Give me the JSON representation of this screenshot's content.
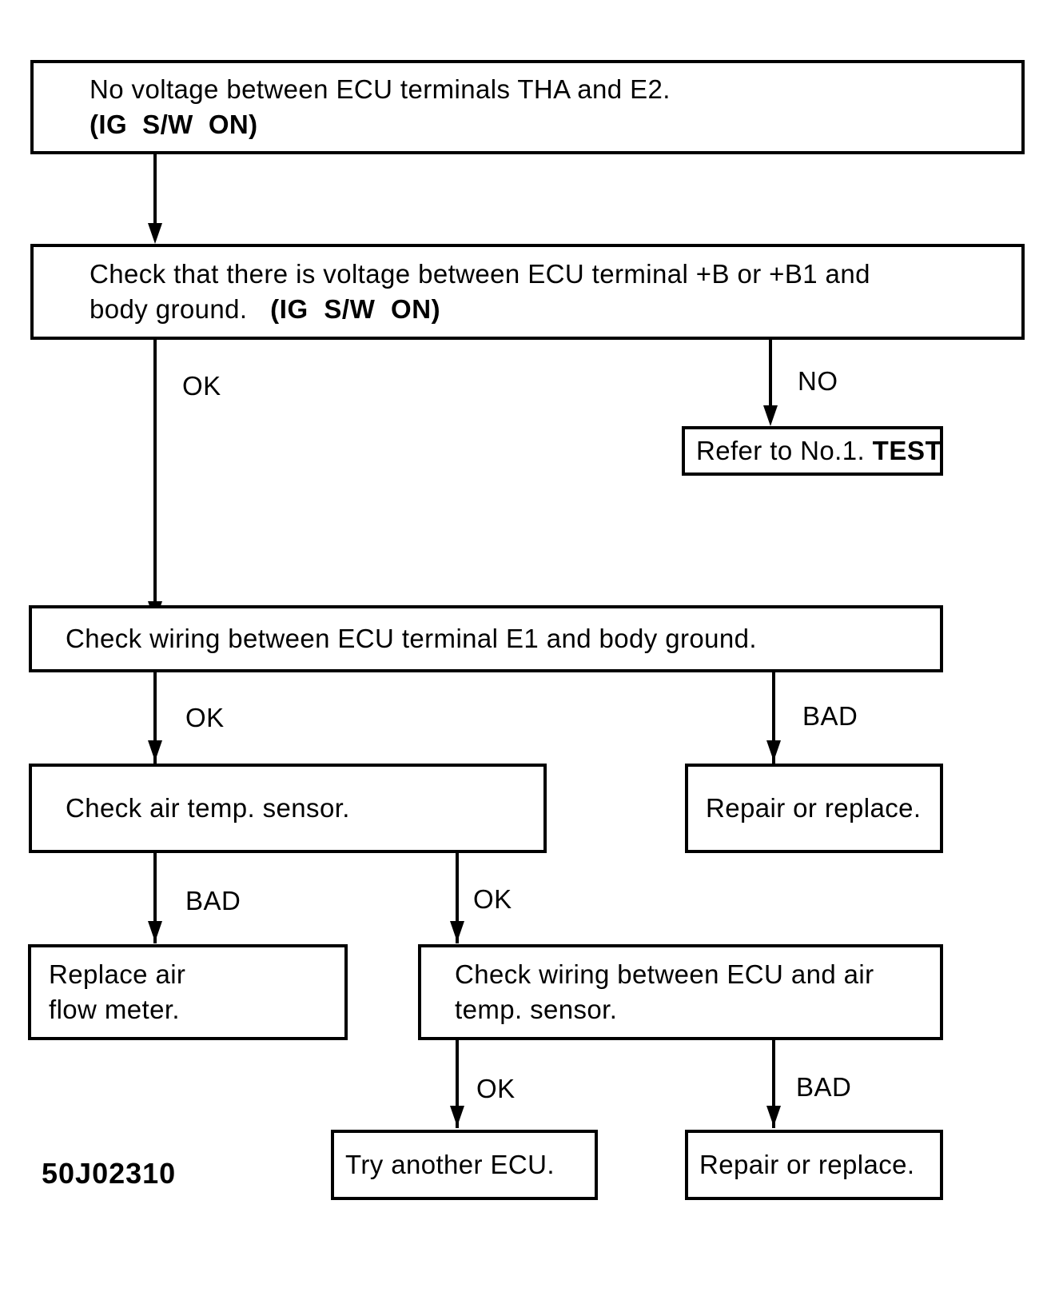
{
  "diagram": {
    "caption": "50J02310",
    "nodes": [
      {
        "id": "n1",
        "name": "no-voltage-tha-e2",
        "lines": [
          "No voltage between ECU terminals THA and E2.",
          "(IG  S/W  ON)"
        ],
        "bold_lines": [
          false,
          true
        ]
      },
      {
        "id": "n2",
        "name": "check-voltage-b-b1",
        "lines": [
          "Check that there is voltage between ECU terminal +B or +B1 and",
          "body ground.   (IG  S/W  ON)"
        ],
        "bold_lines": [
          false,
          false
        ]
      },
      {
        "id": "n3",
        "name": "refer-to-no1-test",
        "lines": [
          "Refer to No.1. TEST"
        ],
        "bold_lines": [
          false
        ]
      },
      {
        "id": "n4",
        "name": "check-wiring-e1-ground",
        "lines": [
          "Check wiring between ECU terminal E1 and body ground."
        ],
        "bold_lines": [
          false
        ]
      },
      {
        "id": "n5",
        "name": "check-air-temp-sensor",
        "lines": [
          "Check air temp. sensor."
        ],
        "bold_lines": [
          false
        ]
      },
      {
        "id": "n6",
        "name": "repair-or-replace-wiring",
        "lines": [
          "Repair or replace."
        ],
        "bold_lines": [
          false
        ]
      },
      {
        "id": "n7",
        "name": "replace-air-flow-meter",
        "lines": [
          "Replace air",
          "flow meter."
        ],
        "bold_lines": [
          false,
          false
        ]
      },
      {
        "id": "n8",
        "name": "check-wiring-ecu-air-temp",
        "lines": [
          "Check wiring between ECU and air",
          "temp. sensor."
        ],
        "bold_lines": [
          false,
          false
        ]
      },
      {
        "id": "n9",
        "name": "try-another-ecu",
        "lines": [
          "Try another ECU."
        ],
        "bold_lines": [
          false
        ]
      },
      {
        "id": "n10",
        "name": "repair-or-replace-air-temp",
        "lines": [
          "Repair or replace."
        ],
        "bold_lines": [
          false
        ]
      }
    ],
    "edges": [
      {
        "id": "e1",
        "from": "n1",
        "to": "n2",
        "label": ""
      },
      {
        "id": "e2",
        "from": "n2",
        "to": "n3",
        "label": "NO"
      },
      {
        "id": "e3",
        "from": "n2",
        "to": "n4",
        "label": "OK"
      },
      {
        "id": "e4",
        "from": "n4",
        "to": "n5",
        "label": "OK"
      },
      {
        "id": "e5",
        "from": "n4",
        "to": "n6",
        "label": "BAD"
      },
      {
        "id": "e6",
        "from": "n5",
        "to": "n7",
        "label": "BAD"
      },
      {
        "id": "e7",
        "from": "n5",
        "to": "n8",
        "label": "OK"
      },
      {
        "id": "e8",
        "from": "n8",
        "to": "n9",
        "label": "OK"
      },
      {
        "id": "e9",
        "from": "n8",
        "to": "n10",
        "label": "BAD"
      }
    ]
  },
  "node_text": {
    "n1_l1": "No voltage between ECU terminals THA and E2.",
    "n1_l2": "(IG  S/W  ON)",
    "n2_l1": "Check that there is voltage between ECU terminal +B or +B1 and",
    "n2_l2a": "body ground.   ",
    "n2_l2b": "(IG  S/W  ON)",
    "n3_a": "Refer to No.1. ",
    "n3_b": "TEST",
    "n4_l1": "Check wiring between ECU terminal E1 and body ground.",
    "n5_l1": "Check air temp. sensor.",
    "n6_l1": "Repair or replace.",
    "n7_l1": "Replace air",
    "n7_l2": "flow meter.",
    "n8_l1": "Check wiring between ECU and air",
    "n8_l2": "temp. sensor.",
    "n9_l1": "Try another ECU.",
    "n10_l1": "Repair or replace."
  },
  "edge_labels": {
    "no": "NO",
    "ok_1": "OK",
    "ok_2": "OK",
    "bad_1": "BAD",
    "bad_2": "BAD",
    "ok_3": "OK",
    "ok_4": "OK",
    "bad_3": "BAD"
  },
  "caption": "50J02310",
  "colors": {
    "ink": "#000000",
    "paper": "#ffffff"
  }
}
